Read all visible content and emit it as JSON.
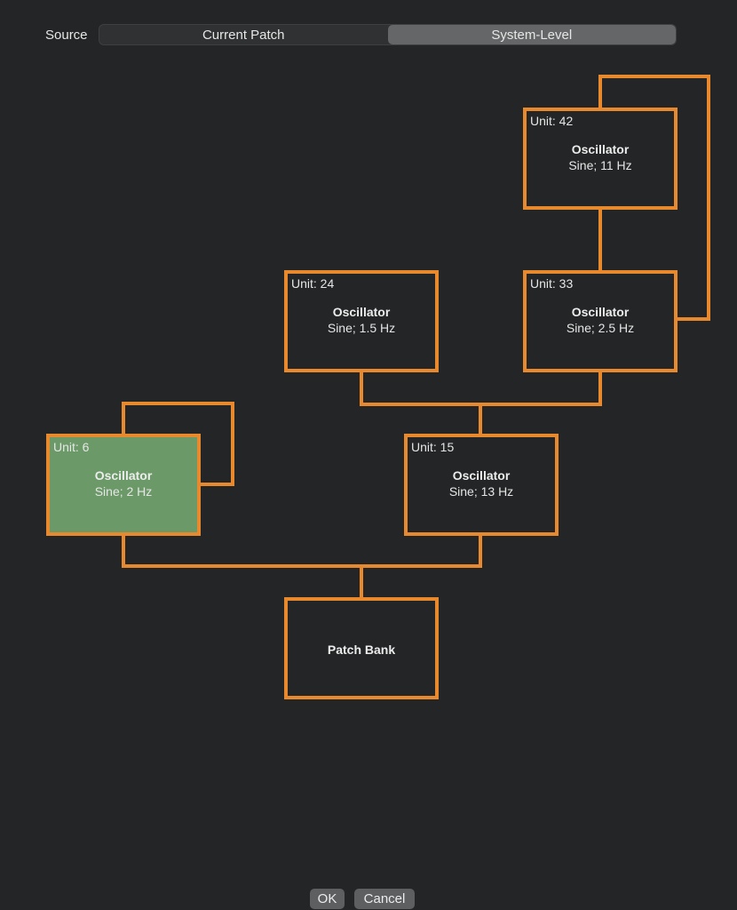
{
  "source": {
    "label": "Source",
    "segments": [
      {
        "label": "Current Patch",
        "selected": false
      },
      {
        "label": "System-Level",
        "selected": true
      }
    ]
  },
  "nodes": {
    "unit42": {
      "unit": "Unit: 42",
      "title": "Oscillator",
      "detail": "Sine; 11 Hz"
    },
    "unit24": {
      "unit": "Unit: 24",
      "title": "Oscillator",
      "detail": "Sine; 1.5 Hz"
    },
    "unit33": {
      "unit": "Unit: 33",
      "title": "Oscillator",
      "detail": "Sine; 2.5 Hz"
    },
    "unit6": {
      "unit": "Unit: 6",
      "title": "Oscillator",
      "detail": "Sine; 2 Hz",
      "selected": true
    },
    "unit15": {
      "unit": "Unit: 15",
      "title": "Oscillator",
      "detail": "Sine; 13 Hz"
    },
    "bank": {
      "title": "Patch Bank"
    }
  },
  "colors": {
    "background": "#232526",
    "node_border": "#e8892d",
    "selected_fill": "#6b9a68",
    "segment_selected": "#646668",
    "button": "#5d5f61"
  },
  "buttons": {
    "ok": "OK",
    "cancel": "Cancel"
  }
}
